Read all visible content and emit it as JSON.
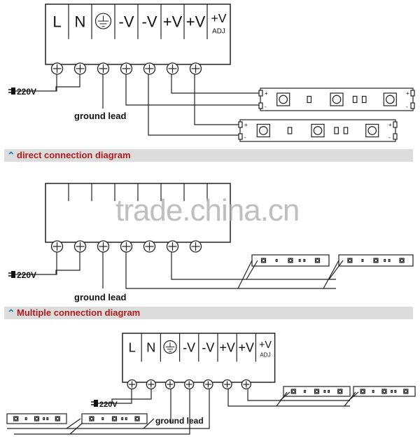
{
  "terminal_labels": [
    "L",
    "N",
    "ground-symbol",
    "-V",
    "-V",
    "+V",
    "+V",
    "+V"
  ],
  "adj_label": "ADJ",
  "voltage_label": "220V",
  "ground_lead_label": "ground lead",
  "sections": [
    {
      "title": "direct connection diagram"
    },
    {
      "title": "Multiple connection diagram"
    }
  ],
  "strip_polarity": {
    "plus": "+",
    "minus": "-"
  },
  "watermark": "trade.china.cn",
  "colors": {
    "header_text": "#b01c1c",
    "header_icon": "#1e7fbf",
    "header_bg": "#dcdcdc"
  }
}
